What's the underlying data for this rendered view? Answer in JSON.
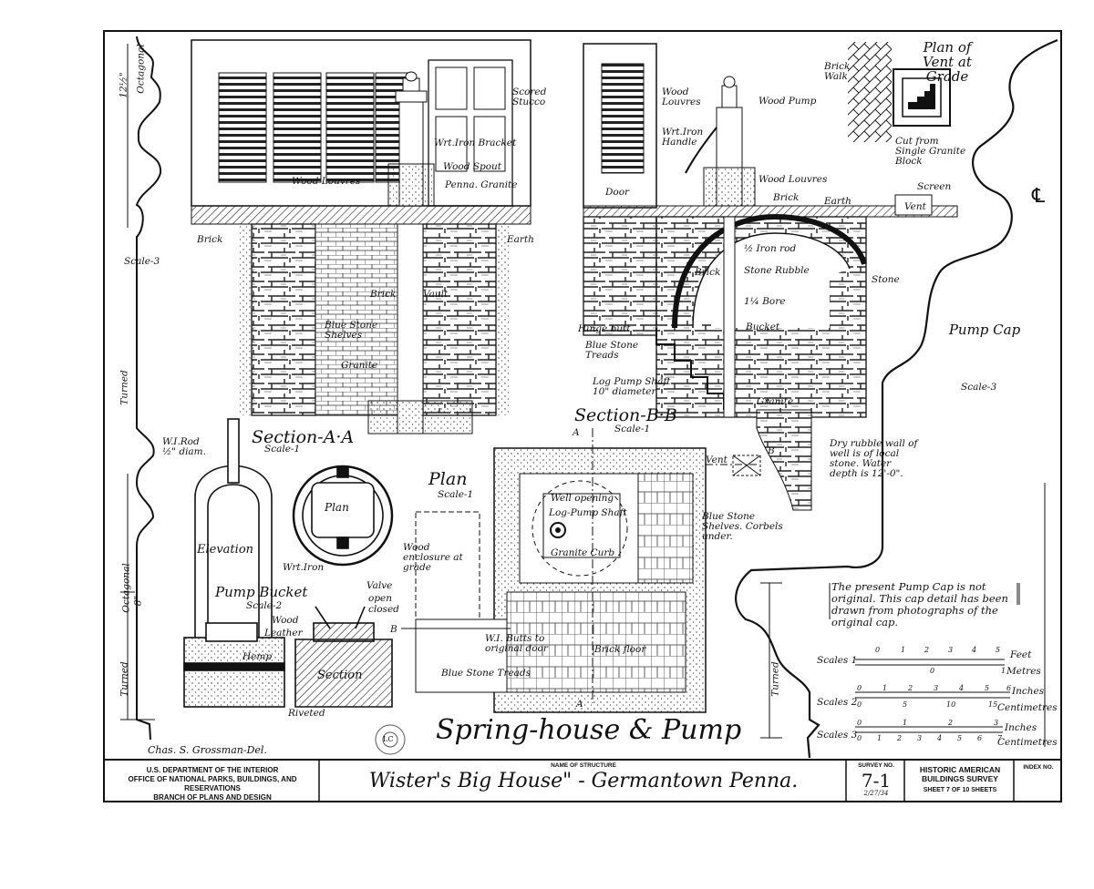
{
  "drawing": {
    "title": "Spring-house & Pump",
    "delineator": "Chas. S. Grossman-Del.",
    "stamp": "LC",
    "sections": {
      "section_aa": {
        "title": "Section-A·A",
        "scale": "Scale-1"
      },
      "section_bb": {
        "title": "Section-B·B",
        "scale": "Scale-1"
      },
      "plan": {
        "title": "Plan",
        "scale": "Scale-1"
      },
      "pump_bucket": {
        "title": "Pump Bucket",
        "scale": "Scale-2"
      },
      "pump_cap": {
        "title": "Pump Cap",
        "scale": "Scale-3"
      },
      "vent_plan": {
        "title": "Plan of Vent at Grade"
      },
      "wood_pump": {
        "title": "Wood Pump"
      }
    },
    "labels": {
      "octagonal_top": "Octagonal",
      "dim_top": "12½\"",
      "scale3_left": "Scale-3",
      "turned_left": "Turned",
      "octagonal_left": "Octagonal",
      "dim_left": "8\"",
      "turned_left2": "Turned",
      "scored_stucco": "Scored Stucco",
      "wrt_iron_bracket": "Wrt.Iron Bracket",
      "wood_spout": "Wood Spout",
      "wood_louvres_a": "Wood Louvres",
      "penna_granite": "Penna. Granite",
      "brick_a": "Brick",
      "earth_a": "Earth",
      "brick_vault": "Brick",
      "vault": "Vault",
      "blue_stone_shelves": "Blue Stone Shelves",
      "granite_a": "Granite",
      "wood_louvres_b": "Wood Louvres",
      "wrt_iron_handle": "Wrt.Iron Handle",
      "door": "Door",
      "wood_louvres_c": "Wood Louvres",
      "brick_b": "Brick",
      "earth_b": "Earth",
      "screen": "Screen",
      "vent_b": "Vent",
      "brick_walk": "Brick Walk",
      "cut_from": "Cut from Single Granite Block",
      "iron_rod": "½ Iron rod",
      "brick_c": "Brick",
      "stone_rubble": "Stone Rubble",
      "stone": "Stone",
      "bore": "1¼ Bore",
      "hinge_butt": "Hinge butt",
      "blue_stone_treads": "Blue Stone Treads",
      "bucket": "Bucket",
      "log_pump_shaft": "Log Pump Shaft 10\" diameter",
      "granite_b": "Granite",
      "dry_rubble": "Dry rubble wall of well is of local stone. Water depth is 12'-0\".",
      "wi_rod": "W.I.Rod ½\" diam.",
      "elevation": "Elevation",
      "plan_bucket": "Plan",
      "wrt_iron": "Wrt.Iron",
      "valve": "Valve",
      "open": "open",
      "closed": "closed",
      "wood_b": "Wood",
      "leather": "Leather",
      "hemp": "Hemp",
      "section_b": "Section",
      "riveted": "Riveted",
      "wood_enclosure": "Wood enclosure at grade",
      "well_opening": "Well opening",
      "log_pump_shaft_plan": "Log-Pump Shaft",
      "granite_curb": "Granite Curb",
      "vent_plan": "Vent",
      "blue_stone_shelves_plan": "Blue Stone Shelves. Corbels under.",
      "wi_butts": "W.I. Butts to original door",
      "brick_floor": "Brick floor",
      "blue_stone_treads_plan": "Blue Stone Treads",
      "a_top": "A",
      "a_bottom": "A",
      "b_left": "B",
      "b_right": "B",
      "pipe_sym": "℄",
      "note": "The present Pump Cap is not original. This cap detail has been drawn from photographs of the original cap.",
      "turned_right": "Turned"
    },
    "scales": [
      {
        "label": "Scales 1",
        "top_unit": "Feet",
        "bottom_unit": "Metres",
        "top_ticks": [
          "0",
          "1",
          "2",
          "3",
          "4",
          "5"
        ],
        "bottom_ticks": [
          "0",
          "1"
        ]
      },
      {
        "label": "Scales 2",
        "top_unit": "Inches",
        "bottom_unit": "Centimetres",
        "top_ticks": [
          "0",
          "1",
          "2",
          "3",
          "4",
          "5",
          "6"
        ],
        "bottom_ticks": [
          "0",
          "5",
          "10",
          "15"
        ]
      },
      {
        "label": "Scales 3",
        "top_unit": "Inches",
        "bottom_unit": "Centimetres",
        "top_ticks": [
          "0",
          "1",
          "2",
          "3"
        ],
        "bottom_ticks": [
          "0",
          "1",
          "2",
          "3",
          "4",
          "5",
          "6",
          "7"
        ]
      }
    ]
  },
  "title_block": {
    "agency": "U.S. DEPARTMENT OF THE INTERIOR",
    "office": "OFFICE OF NATIONAL PARKS, BUILDINGS, AND RESERVATIONS",
    "branch": "BRANCH OF PLANS AND DESIGN",
    "name_caption": "NAME OF STRUCTURE",
    "structure_name": "Wister's Big House\" - Germantown Penna.",
    "survey_caption": "SURVEY NO.",
    "survey_no": "7-1",
    "survey_date": "2/27/34",
    "habs_line1": "HISTORIC AMERICAN",
    "habs_line2": "BUILDINGS SURVEY",
    "sheet_text": "SHEET 7 OF 10 SHEETS",
    "index_caption": "INDEX NO."
  }
}
